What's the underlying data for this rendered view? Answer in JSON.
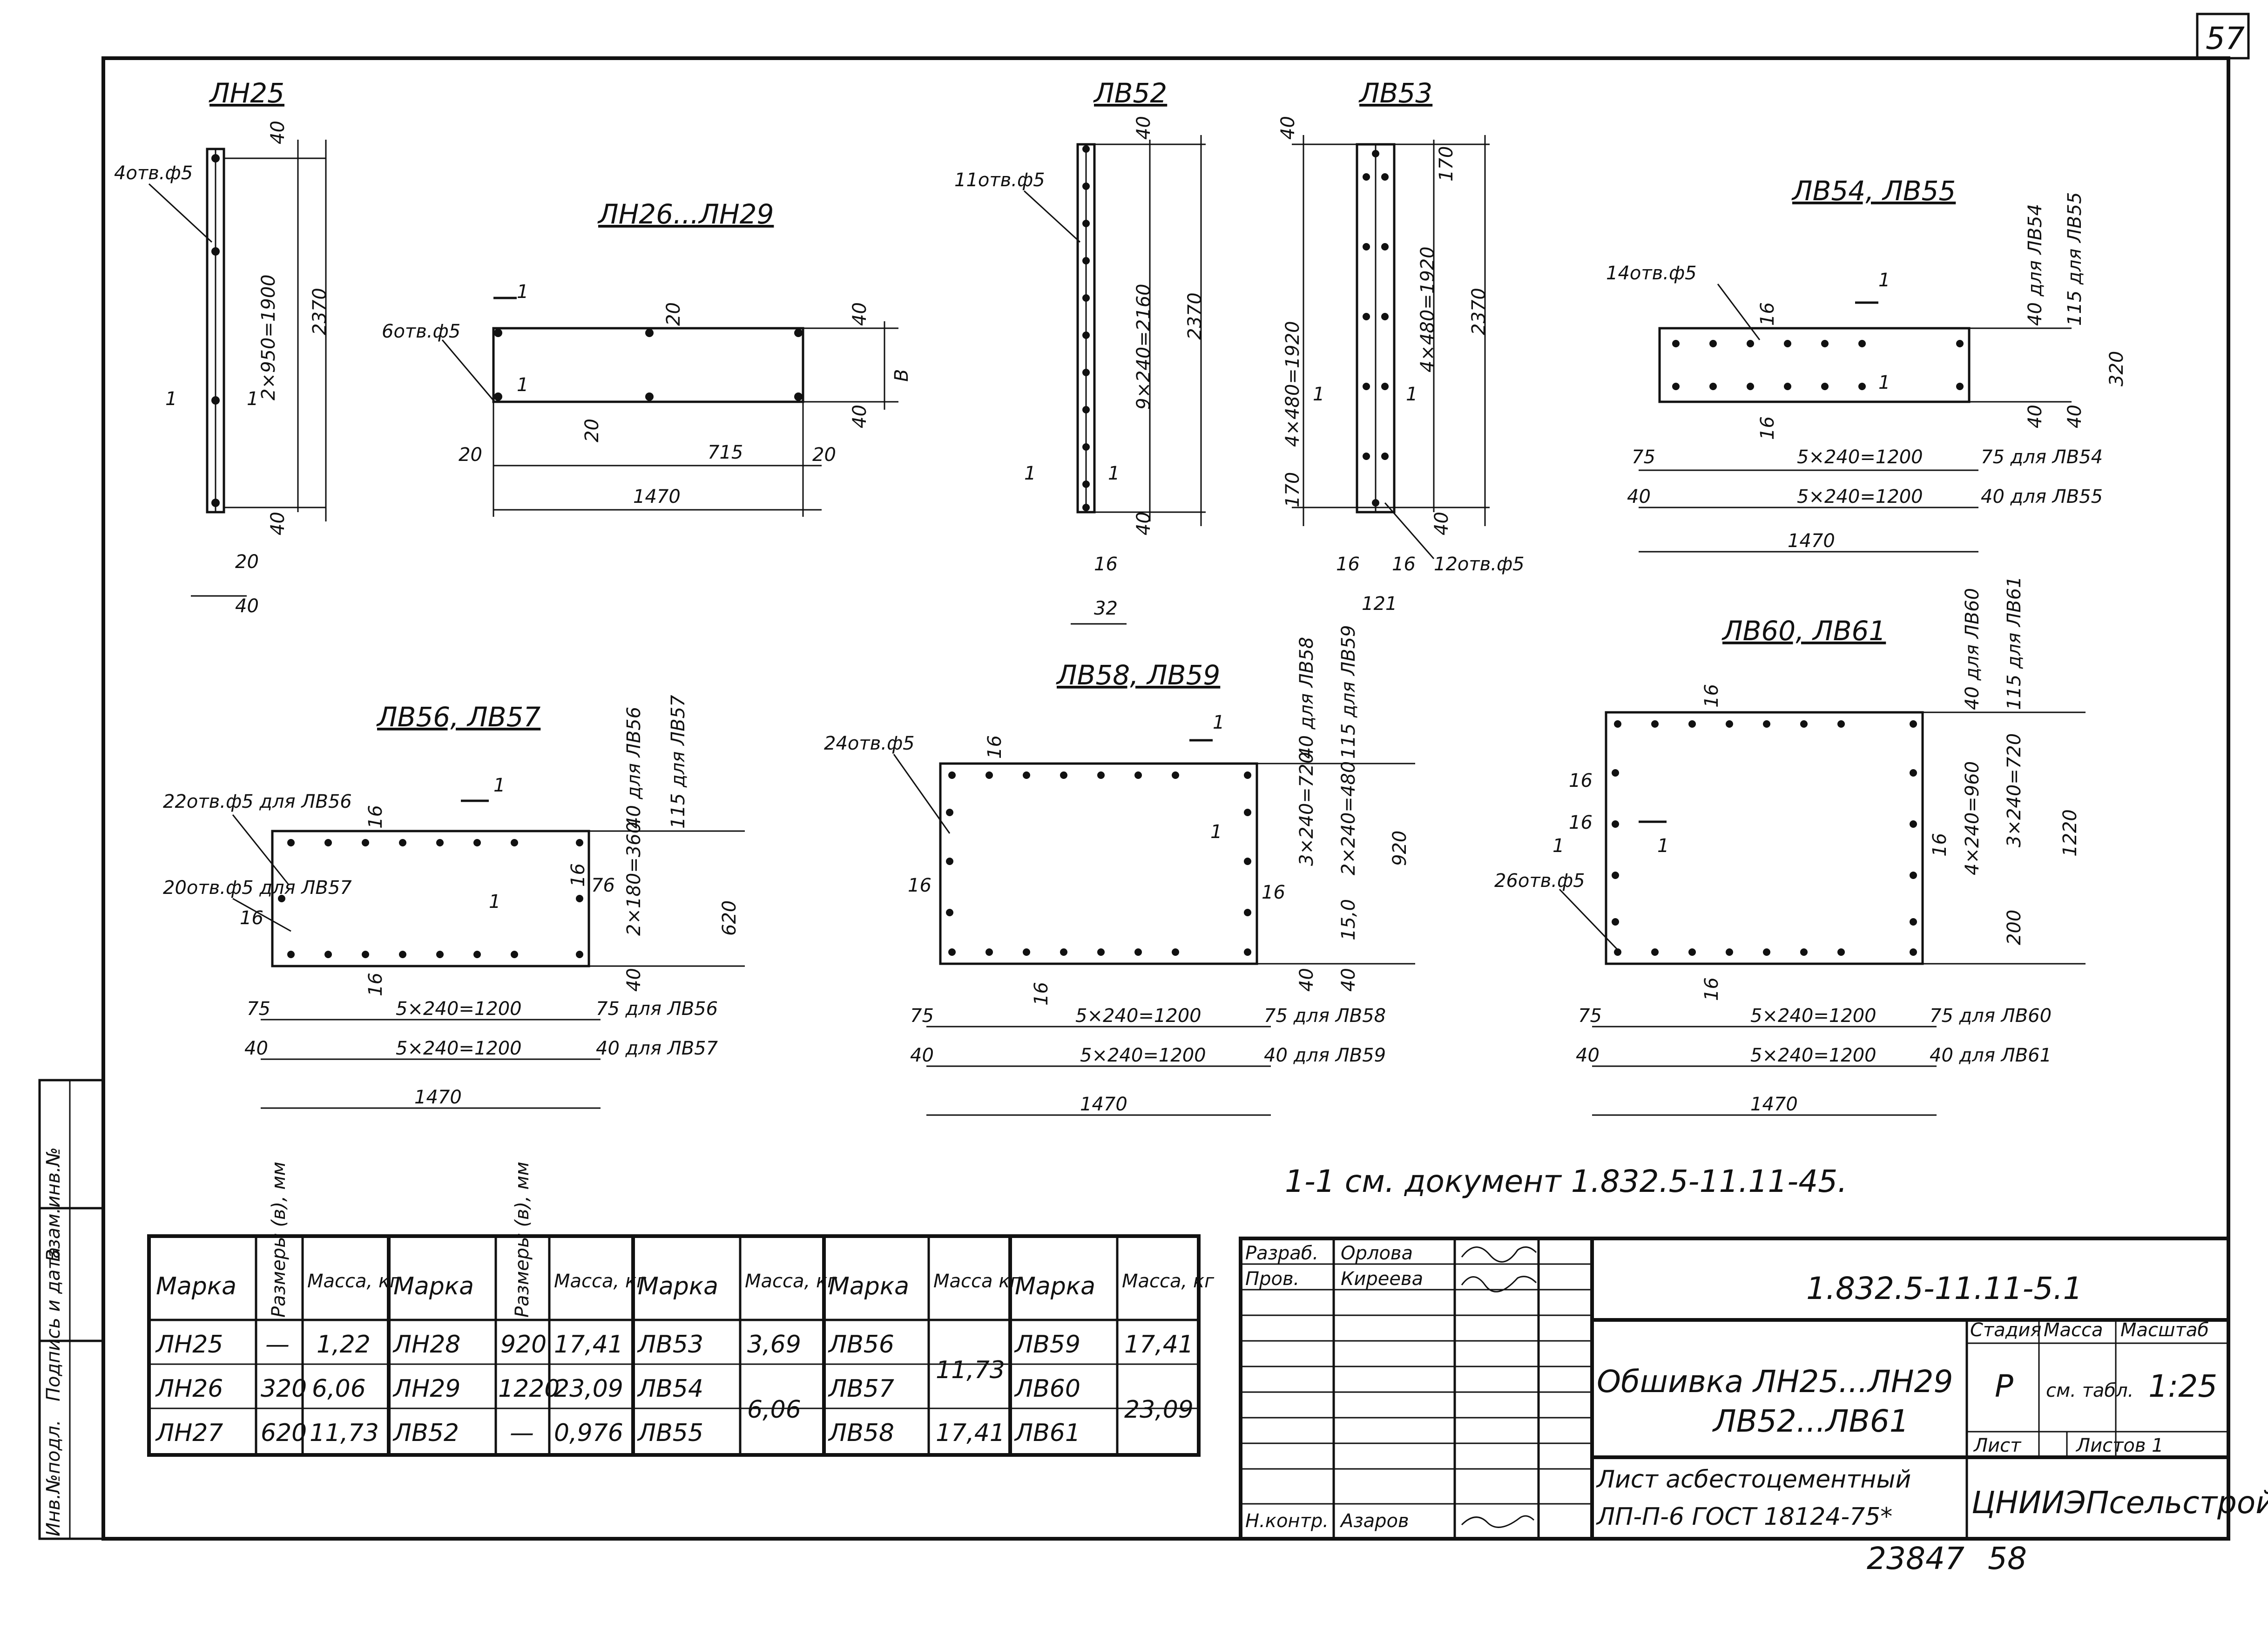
{
  "sheet_number": "57",
  "left_strip": [
    "Инв.№подл.",
    "Подпись и дата",
    "Взам.инв.№"
  ],
  "views": [
    {
      "title": "ЛН25",
      "notes": [
        "4отв.ф5",
        "2×950=1900",
        "2370",
        "40",
        "40",
        "20",
        "40",
        "1",
        "1"
      ]
    },
    {
      "title": "ЛН26...ЛН29",
      "notes": [
        "6отв.ф5",
        "20",
        "40",
        "В",
        "40",
        "20",
        "715",
        "20",
        "20",
        "1470",
        "1",
        "1"
      ]
    },
    {
      "title": "ЛВ52",
      "notes": [
        "11отв.ф5",
        "9×240=2160",
        "2370",
        "40",
        "40",
        "16",
        "32",
        "1",
        "1"
      ]
    },
    {
      "title": "ЛВ53",
      "notes": [
        "4×480=1920",
        "4×480=1920",
        "2370",
        "170",
        "170",
        "40",
        "40",
        "16",
        "16",
        "121",
        "12отв.ф5",
        "1",
        "1"
      ]
    },
    {
      "title": "ЛВ54, ЛВ55",
      "notes": [
        "14отв.ф5",
        "16",
        "16",
        "75",
        "40",
        "5×240=1200",
        "5×240=1200",
        "75 для ЛВ54",
        "40 для ЛВ55",
        "1470",
        "40 для ЛВ54",
        "115 для ЛВ55",
        "40",
        "40",
        "320",
        "1",
        "1"
      ]
    },
    {
      "title": "ЛВ56, ЛВ57",
      "notes": [
        "22отв.ф5 для ЛВ56",
        "20отв.ф5 для ЛВ57",
        "16",
        "16",
        "16",
        "76",
        "2×180=360",
        "40 для ЛВ56",
        "115 для ЛВ57",
        "40",
        "620",
        "16",
        "75",
        "40",
        "5×240=1200",
        "5×240=1200",
        "75 для ЛВ56",
        "40 для ЛВ57",
        "1470",
        "1",
        "1"
      ]
    },
    {
      "title": "ЛВ58, ЛВ59",
      "notes": [
        "24отв.ф5",
        "16",
        "16",
        "16",
        "16",
        "3×240=720",
        "2×240=480",
        "15,0",
        "40 для ЛВ58",
        "115 для ЛВ59",
        "920",
        "40",
        "40",
        "75",
        "40",
        "5×240=1200",
        "5×240=1200",
        "75 для ЛВ58",
        "40 для ЛВ59",
        "1470",
        "1",
        "1"
      ]
    },
    {
      "title": "ЛВ60, ЛВ61",
      "notes": [
        "26отв.ф5",
        "16",
        "16",
        "16",
        "16",
        "16",
        "4×240=960",
        "3×240=720",
        "200",
        "40 для ЛВ60",
        "115 для ЛВ61",
        "1220",
        "75",
        "40",
        "5×240=1200",
        "5×240=1200",
        "75 для ЛВ60",
        "40 для ЛВ61",
        "1470",
        "1",
        "1"
      ]
    }
  ],
  "section_note": "1-1 см. документ 1.832.5-11.11-45.",
  "parts_table": {
    "headers": [
      "Марка",
      "Размеры (в), мм",
      "Масса, кг",
      "Марка",
      "Размеры (в), мм",
      "Масса, кг",
      "Марка",
      "Масса, кг",
      "Марка",
      "Масса кг",
      "Марка",
      "Масса, кг"
    ],
    "rows": [
      [
        "ЛН25",
        "—",
        "1,22",
        "ЛН28",
        "920",
        "17,41",
        "ЛВ53",
        "3,69",
        "ЛВ56",
        "11,73",
        "ЛВ59",
        "17,41"
      ],
      [
        "ЛН26",
        "320",
        "6,06",
        "ЛН29",
        "1220",
        "23,09",
        "ЛВ54",
        "6,06",
        "ЛВ57",
        "",
        "ЛВ60",
        "23,09"
      ],
      [
        "ЛН27",
        "620",
        "11,73",
        "ЛВ52",
        "—",
        "0,976",
        "ЛВ55",
        "",
        "ЛВ58",
        "17,41",
        "ЛВ61",
        ""
      ]
    ]
  },
  "title_block": {
    "roles": [
      "Разраб.",
      "Пров.",
      "Н.контр."
    ],
    "names": [
      "Орлова",
      "Киреева",
      "Азаров"
    ],
    "signatures": [
      "Орлова",
      "Киреева",
      "Азаров"
    ],
    "doc_code": "1.832.5-11.11-5.1",
    "title_line1": "Обшивка ЛН25...ЛН29",
    "title_line2": "ЛВ52...ЛВ61",
    "stage_label": "Стадия",
    "mass_label": "Масса",
    "scale_label": "Масштаб",
    "stage": "Р",
    "mass": "см. табл.",
    "scale": "1:25",
    "sheet_label": "Лист",
    "sheets_label": "Листов 1",
    "material_line1": "Лист асбестоцементный",
    "material_line2": "ЛП-П-6 ГОСТ 18124-75*",
    "org": "ЦНИИЭПсельстрой",
    "inventory": "23847",
    "page": "58"
  }
}
